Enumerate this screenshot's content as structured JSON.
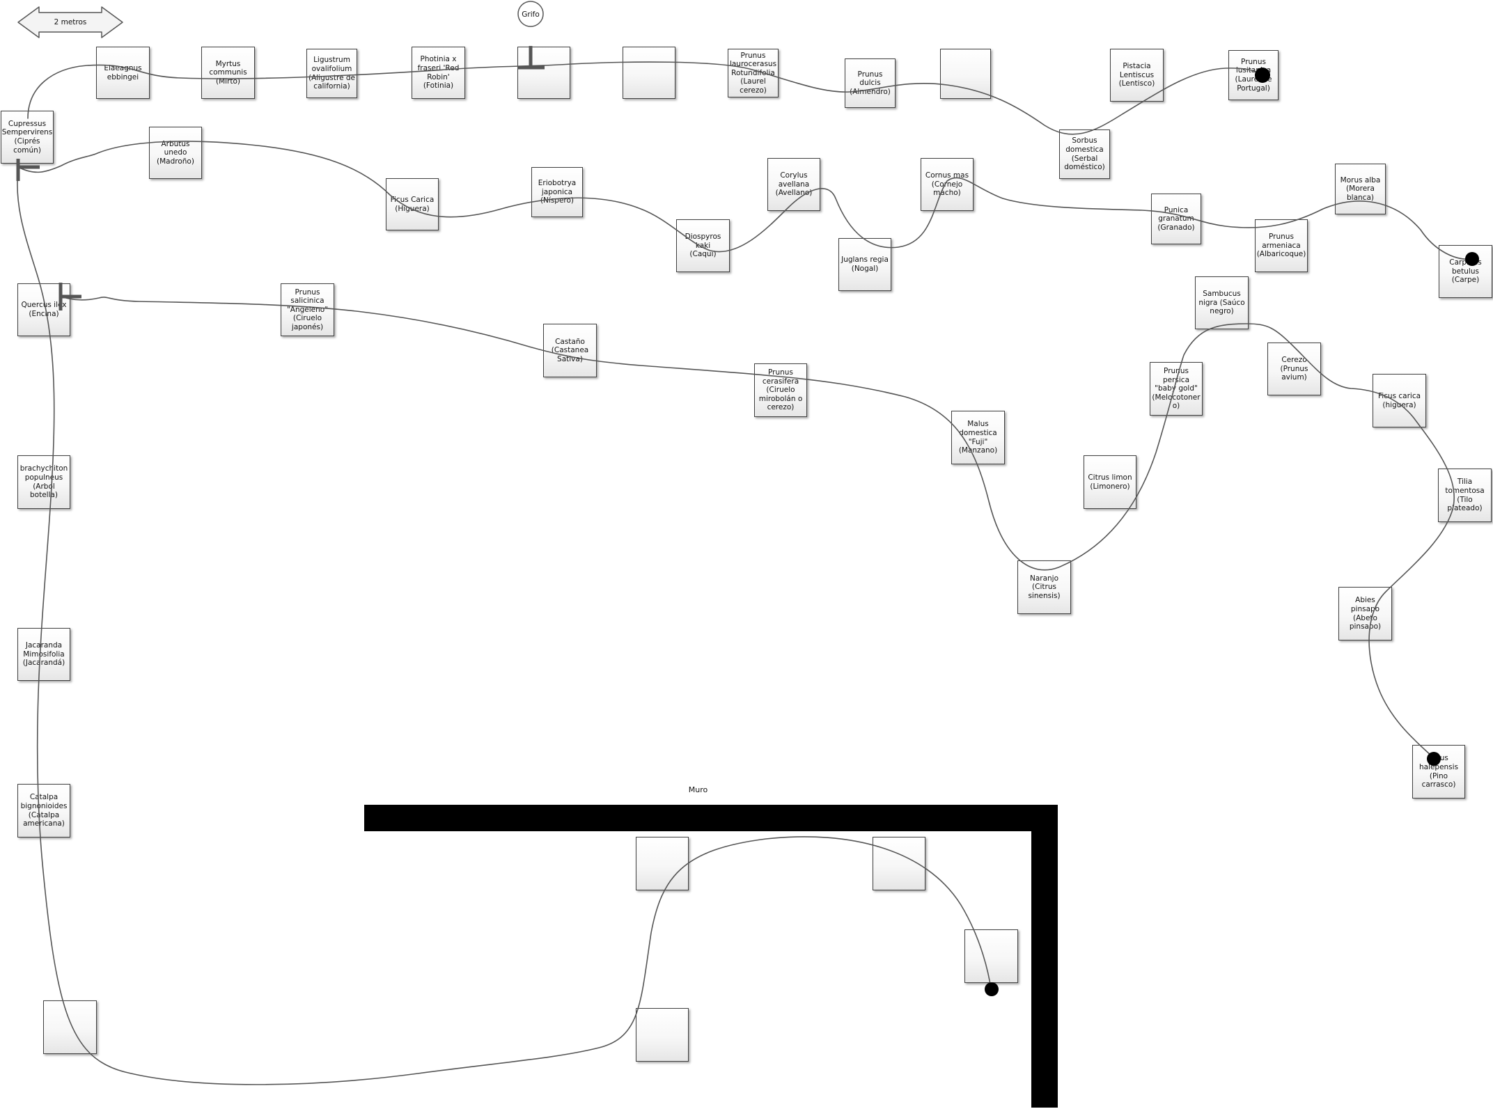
{
  "scale_label": "2 metros",
  "faucet_label": "Grifo",
  "wall_label": "Muro",
  "plants": [
    {
      "label": "Elaeagnus\nebbingei"
    },
    {
      "label": "Myrtus\ncommunis\n(Mirto)"
    },
    {
      "label": "Ligustrum\novalifolium\n(Aligustre de\ncalifornia)"
    },
    {
      "label": "Photinia x\nfraseri 'Red\nRobin'\n(Fotinia)"
    },
    {
      "label": ""
    },
    {
      "label": ""
    },
    {
      "label": "Prunus\nlaurocerasus\nRotundifolia\n(Laurel\ncerezo)"
    },
    {
      "label": "Prunus dulcis\n(Almendro)"
    },
    {
      "label": ""
    },
    {
      "label": "Pistacia\nLentiscus\n(Lentisco)"
    },
    {
      "label": "Prunus\nlusitanica\n(Laurel de\nPortugal)"
    },
    {
      "label": "Cupressus\nSempervirens\n(Ciprés\ncomún)"
    },
    {
      "label": "Arbutus unedo\n(Madroño)"
    },
    {
      "label": "Sorbus\ndomestica\n(Serbal\ndoméstico)"
    },
    {
      "label": "Ficus Carica\n(Higuera)"
    },
    {
      "label": "Eriobotrya\njaponica\n(Níspero)"
    },
    {
      "label": "Corylus\navellana\n(Avellano)"
    },
    {
      "label": "Cornus mas\n(Cornejo\nmacho)"
    },
    {
      "label": "Diospyros kaki\n(Caqui)"
    },
    {
      "label": "Juglans regia\n(Nogal)"
    },
    {
      "label": "Punica\ngranatum\n(Granado)"
    },
    {
      "label": "Morus alba\n(Morera\nblanca)"
    },
    {
      "label": "Prunus\narmeniaca\n(Albaricoque)"
    },
    {
      "label": "Carpinus\nbetulus\n(Carpe)"
    },
    {
      "label": "Quercus ilex\n(Encina)"
    },
    {
      "label": "Prunus\nsalicinica\n\"Angeleno\"\n(Ciruelo\njaponés)"
    },
    {
      "label": "Castaño\n(Castanea\nSativa)"
    },
    {
      "label": "Prunus\ncerasifera\n(Ciruelo\nmirobolán o\ncerezo)"
    },
    {
      "label": "Sambucus\nnigra (Saúco\nnegro)"
    },
    {
      "label": "Cerezo\n(Prunus\navium)"
    },
    {
      "label": "Prunus persica\n\"baby gold\"\n(Melocotoner\no)"
    },
    {
      "label": "Ficus carica\n(higuera)"
    },
    {
      "label": "Malus\ndomestica\n\"Fuji\"\n(Manzano)"
    },
    {
      "label": "brachychiton\npopulneus\n(Arbol botella)"
    },
    {
      "label": "Citrus limon\n(Limonero)"
    },
    {
      "label": "Tilia\ntomentosa\n(Tilo plateado)"
    },
    {
      "label": "Naranjo\n(Citrus\nsinensis)"
    },
    {
      "label": "Abies pinsapo\n(Abeto\npinsapo)"
    },
    {
      "label": "Jacaranda\nMimosifolia\n(Jacarandá)"
    },
    {
      "label": "Pinus\nhalepensis\n(Pino carrasco)"
    },
    {
      "label": "Catalpa\nbignonioides\n(Catalpa\namericana)"
    },
    {
      "label": ""
    },
    {
      "label": ""
    },
    {
      "label": ""
    },
    {
      "label": ""
    },
    {
      "label": ""
    }
  ]
}
